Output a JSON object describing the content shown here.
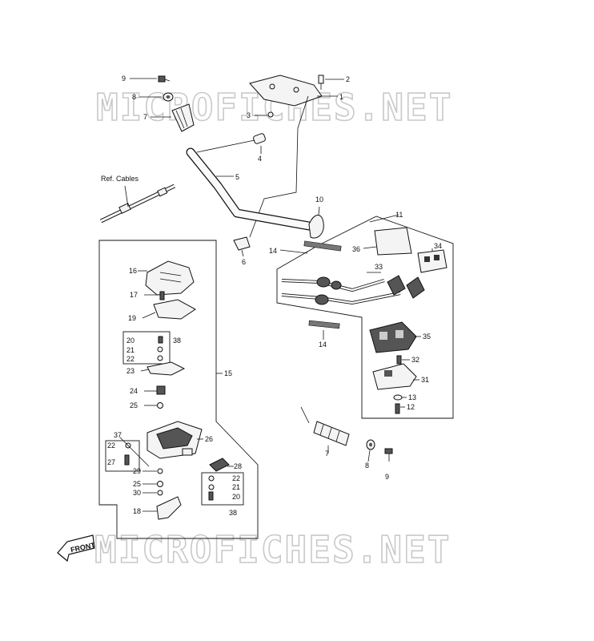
{
  "watermark": {
    "top": "MICROFICHES.NET",
    "bottom": "MICROFICHES.NET"
  },
  "front_label": "FRONT",
  "ref_cables_label": "Ref. Cables",
  "callouts": [
    {
      "id": "9",
      "label": "9"
    },
    {
      "id": "8",
      "label": "8"
    },
    {
      "id": "7",
      "label": "7"
    },
    {
      "id": "2",
      "label": "2"
    },
    {
      "id": "1",
      "label": "1"
    },
    {
      "id": "3",
      "label": "3"
    },
    {
      "id": "4",
      "label": "4"
    },
    {
      "id": "5",
      "label": "5"
    },
    {
      "id": "6",
      "label": "6"
    },
    {
      "id": "10",
      "label": "10"
    },
    {
      "id": "11",
      "label": "11"
    },
    {
      "id": "14a",
      "label": "14"
    },
    {
      "id": "36",
      "label": "36"
    },
    {
      "id": "34",
      "label": "34"
    },
    {
      "id": "33",
      "label": "33"
    },
    {
      "id": "14b",
      "label": "14"
    },
    {
      "id": "35",
      "label": "35"
    },
    {
      "id": "32",
      "label": "32"
    },
    {
      "id": "31",
      "label": "31"
    },
    {
      "id": "13",
      "label": "13"
    },
    {
      "id": "12",
      "label": "12"
    },
    {
      "id": "7b",
      "label": "7"
    },
    {
      "id": "8b",
      "label": "8"
    },
    {
      "id": "9b",
      "label": "9"
    },
    {
      "id": "16",
      "label": "16"
    },
    {
      "id": "17",
      "label": "17"
    },
    {
      "id": "19",
      "label": "19"
    },
    {
      "id": "20a",
      "label": "20"
    },
    {
      "id": "38a",
      "label": "38"
    },
    {
      "id": "21a",
      "label": "21"
    },
    {
      "id": "22a",
      "label": "22"
    },
    {
      "id": "23",
      "label": "23"
    },
    {
      "id": "15",
      "label": "15"
    },
    {
      "id": "24",
      "label": "24"
    },
    {
      "id": "25a",
      "label": "25"
    },
    {
      "id": "37",
      "label": "37"
    },
    {
      "id": "22b",
      "label": "22"
    },
    {
      "id": "26",
      "label": "26"
    },
    {
      "id": "27",
      "label": "27"
    },
    {
      "id": "29",
      "label": "29"
    },
    {
      "id": "28",
      "label": "28"
    },
    {
      "id": "22c",
      "label": "22"
    },
    {
      "id": "25b",
      "label": "25"
    },
    {
      "id": "21b",
      "label": "21"
    },
    {
      "id": "30",
      "label": "30"
    },
    {
      "id": "20b",
      "label": "20"
    },
    {
      "id": "18",
      "label": "18"
    },
    {
      "id": "38b",
      "label": "38"
    }
  ]
}
